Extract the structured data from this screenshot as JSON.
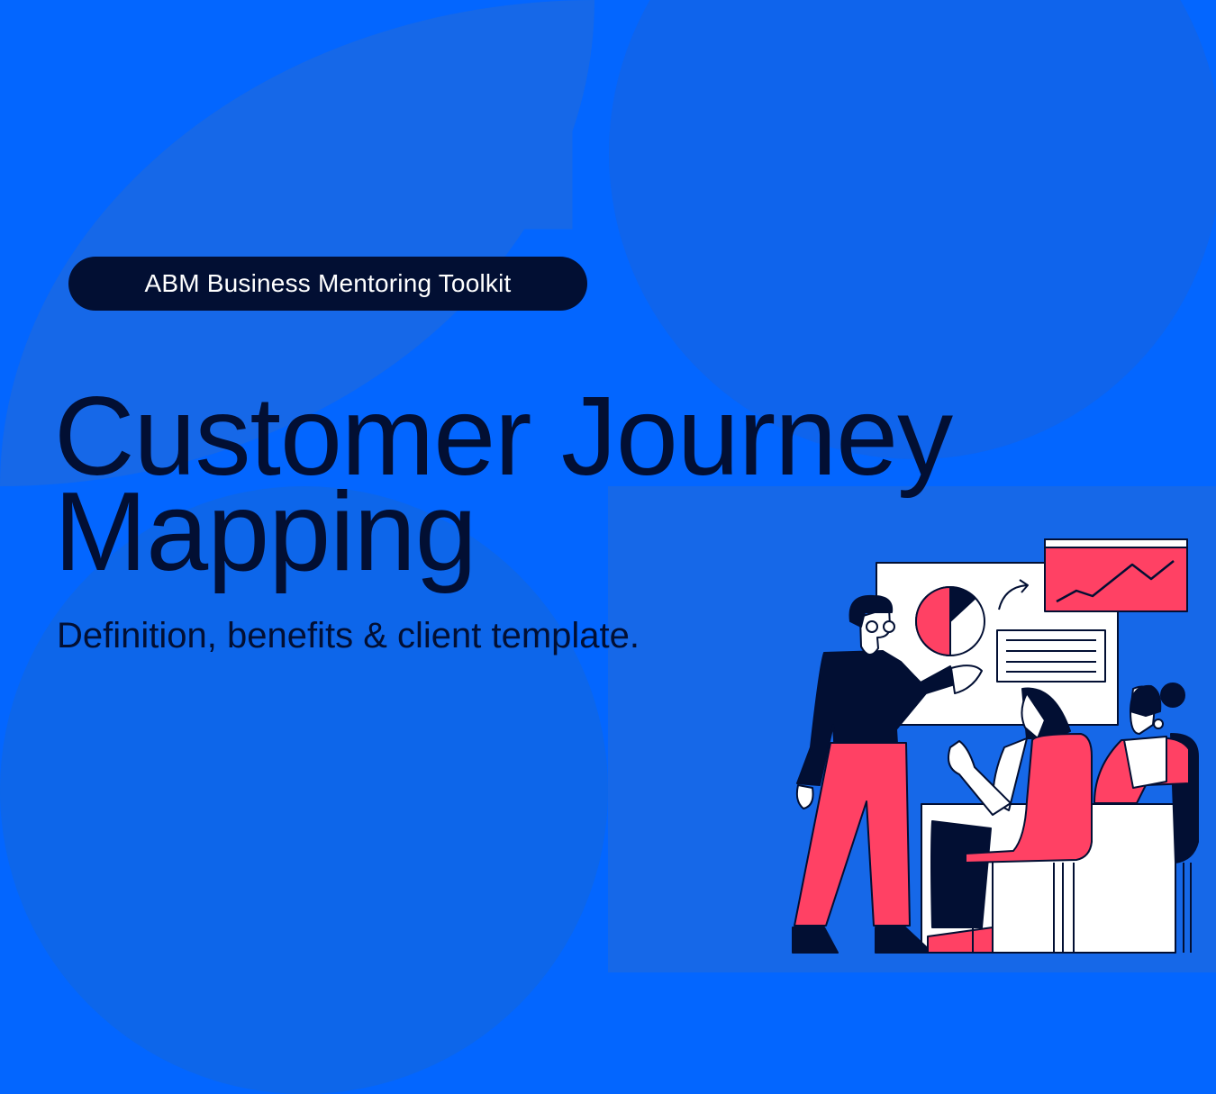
{
  "badge": {
    "label": "ABM Business Mentoring Toolkit"
  },
  "title": {
    "line1": "Customer Journey",
    "line2": "Mapping"
  },
  "subtitle": "Definition, benefits & client template.",
  "colors": {
    "background": "#0366ff",
    "shape": "#1668e8",
    "navy": "#020f33",
    "pink": "#ff4164",
    "white": "#ffffff"
  },
  "illustration": {
    "icon": "presentation-meeting-illustration"
  }
}
